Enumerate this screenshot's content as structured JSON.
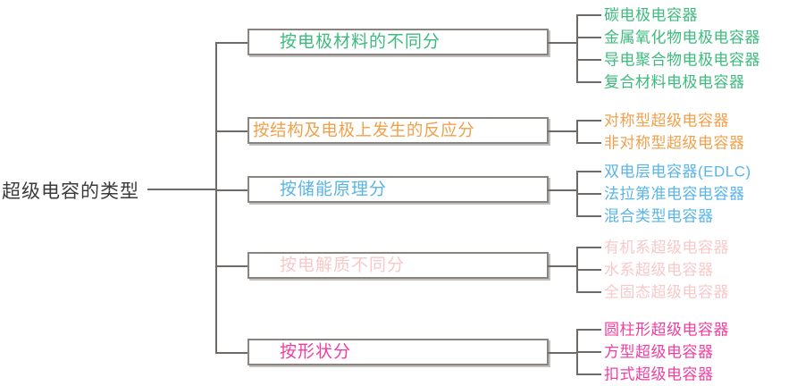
{
  "diagram": {
    "type": "mind-map-tree",
    "root": {
      "label": "超级电容的类型",
      "color": "#3b3b3b"
    },
    "line_color": "#6e6a68",
    "box_border_color": "#8a8480",
    "branches": [
      {
        "label": "按电极材料的不同分",
        "color": "#3dbb7e",
        "leaves": [
          "碳电极电容器",
          "金属氧化物电极电容器",
          "导电聚合物电极电容器",
          "复合材料电极电容器"
        ]
      },
      {
        "label": "按结构及电极上发生的反应分",
        "color": "#f0a04b",
        "leaves": [
          "对称型超级电容器",
          "非对称型超级电容器"
        ]
      },
      {
        "label": "按储能原理分",
        "color": "#59b4e8",
        "leaves": [
          "双电层电容器(EDLC)",
          "法拉第准电容电容器",
          "混合类型电容器"
        ]
      },
      {
        "label": "按电解质不同分",
        "color": "#f7c9c9",
        "leaves": [
          "有机系超级电容器",
          "水系超级电容器",
          "全固态超级电容器"
        ]
      },
      {
        "label": "按形状分",
        "color": "#ef3fa0",
        "leaves": [
          "圆柱形超级电容器",
          "方型超级电容器",
          "扣式超级电容器"
        ]
      }
    ]
  }
}
